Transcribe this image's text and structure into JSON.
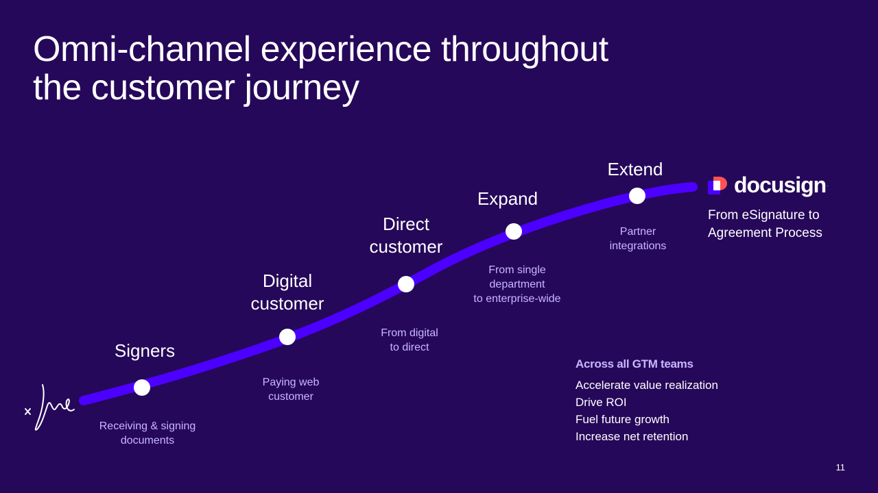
{
  "title": {
    "line1": "Omni-channel experience throughout",
    "line2": "the customer journey"
  },
  "stages": [
    {
      "label_lines": [
        "Signers"
      ],
      "description": "Receiving & signing\ndocuments"
    },
    {
      "label_lines": [
        "Digital",
        "customer"
      ],
      "description": "Paying web\ncustomer"
    },
    {
      "label_lines": [
        "Direct",
        "customer"
      ],
      "description": "From digital\nto direct"
    },
    {
      "label_lines": [
        "Expand"
      ],
      "description": "From single\ndepartment\nto enterprise-wide"
    },
    {
      "label_lines": [
        "Extend"
      ],
      "description": "Partner\nintegrations"
    }
  ],
  "brand": {
    "name": "docusign",
    "tagline_line1": "From eSignature to",
    "tagline_line2": "Agreement Process"
  },
  "gtm": {
    "heading": "Across all GTM teams",
    "items": [
      "Accelerate value realization",
      "Drive ROI",
      "Fuel future growth",
      "Increase net retention"
    ]
  },
  "colors": {
    "background": "#26085a",
    "path": "#4c00ff",
    "accent_text": "#c9b6ff",
    "logo_red": "#ff5252",
    "logo_purple": "#4c00ff"
  },
  "signature_mark": "x-signature-icon",
  "page_number": "11"
}
